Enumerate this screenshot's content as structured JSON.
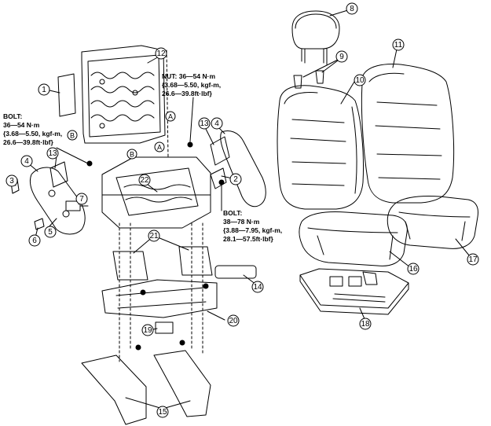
{
  "callouts": [
    "1",
    "2",
    "3",
    "4",
    "4",
    "5",
    "6",
    "7",
    "8",
    "9",
    "10",
    "11",
    "12",
    "13",
    "13",
    "14",
    "15",
    "16",
    "17",
    "18",
    "19",
    "20",
    "21",
    "22"
  ],
  "ref_letters": [
    "A",
    "A",
    "B",
    "B"
  ],
  "torque_specs": [
    {
      "label": "NUT: 36—54 N·m",
      "line2": "{3.68—5.50, kgf-m,",
      "line3": "26.6—39.8ft·lbf}"
    },
    {
      "label": "BOLT:",
      "line2": "36—54 N·m",
      "line3": "{3.68—5.50, kgf-m,",
      "line4": "26.6—39.8ft·lbf}"
    },
    {
      "label": "BOLT:",
      "line2": "38—78 N·m",
      "line3": "{3.88—7.95, kgf-m,",
      "line4": "28.1—57.5ft·lbf}"
    }
  ]
}
